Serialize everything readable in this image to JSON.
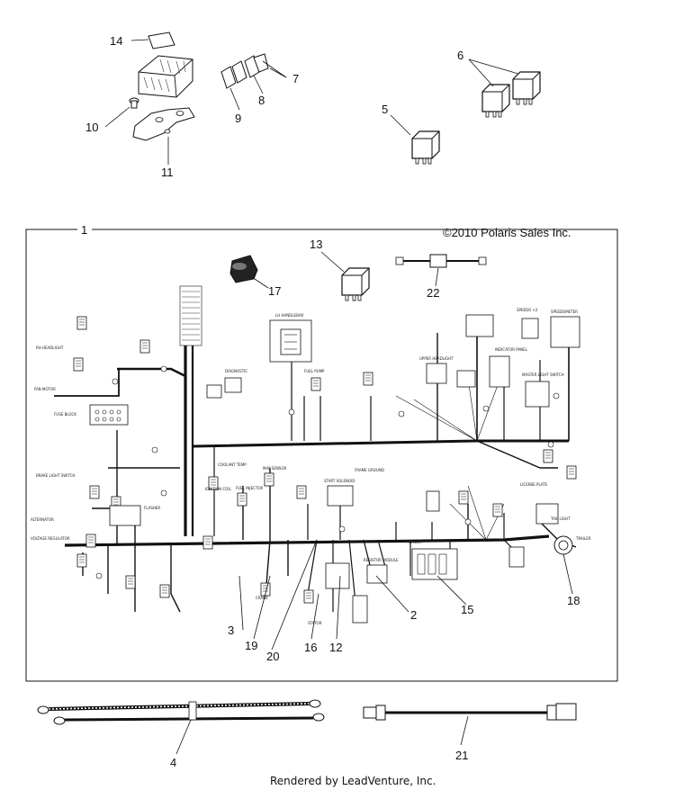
{
  "copyright": "©2010 Polaris Sales Inc.",
  "footer": "Rendered by LeadVenture, Inc.",
  "callouts": {
    "c1": "1",
    "c2": "2",
    "c3": "3",
    "c4": "4",
    "c5": "5",
    "c6": "6",
    "c7": "7",
    "c8": "8",
    "c9": "9",
    "c10": "10",
    "c11": "11",
    "c12": "12",
    "c13": "13",
    "c14": "14",
    "c15": "15",
    "c16": "16",
    "c17": "17",
    "c18": "18",
    "c19": "19",
    "c20": "20",
    "c21": "21",
    "c22": "22"
  },
  "harness_labels": {
    "rh_headlight": "RH HEADLIGHT",
    "lh_handlebar": "LH HANDLEBAR",
    "speedo": "SPEEDO +2",
    "speedometer": "SPEEDOMETER",
    "diagnostic": "DIAGNOSTIC",
    "fuel_pump": "FUEL PUMP",
    "upper_headlight": "UPPER HEADLIGHT",
    "master_light_switch": "MASTER LIGHT SWITCH",
    "indicator_panel": "INDICATOR PANEL",
    "alternator": "ALTERNATOR",
    "voltage_regulator": "VOLTAGE REGULATOR",
    "flasher": "FLASHER",
    "coolant_temp": "COOLANT TEMP",
    "map_sensor": "MAP SENSOR",
    "fuel_injector": "FUEL INJECTOR",
    "start_solenoid": "START SOLENOID",
    "frame_ground": "FRAME GROUND",
    "resistor_module": "RESISTOR MODULE",
    "trailer": "TRAILER",
    "license_plate": "LICENSE PLATE",
    "tail_light": "TAIL LIGHT",
    "stator": "STATOR",
    "crank": "CRANK",
    "fan_motor": "FAN MOTOR",
    "brake_light_switch": "BRAKE LIGHT SWITCH",
    "fuse_block": "FUSE BLOCK",
    "ignition_coil": "IGNITION COIL"
  }
}
